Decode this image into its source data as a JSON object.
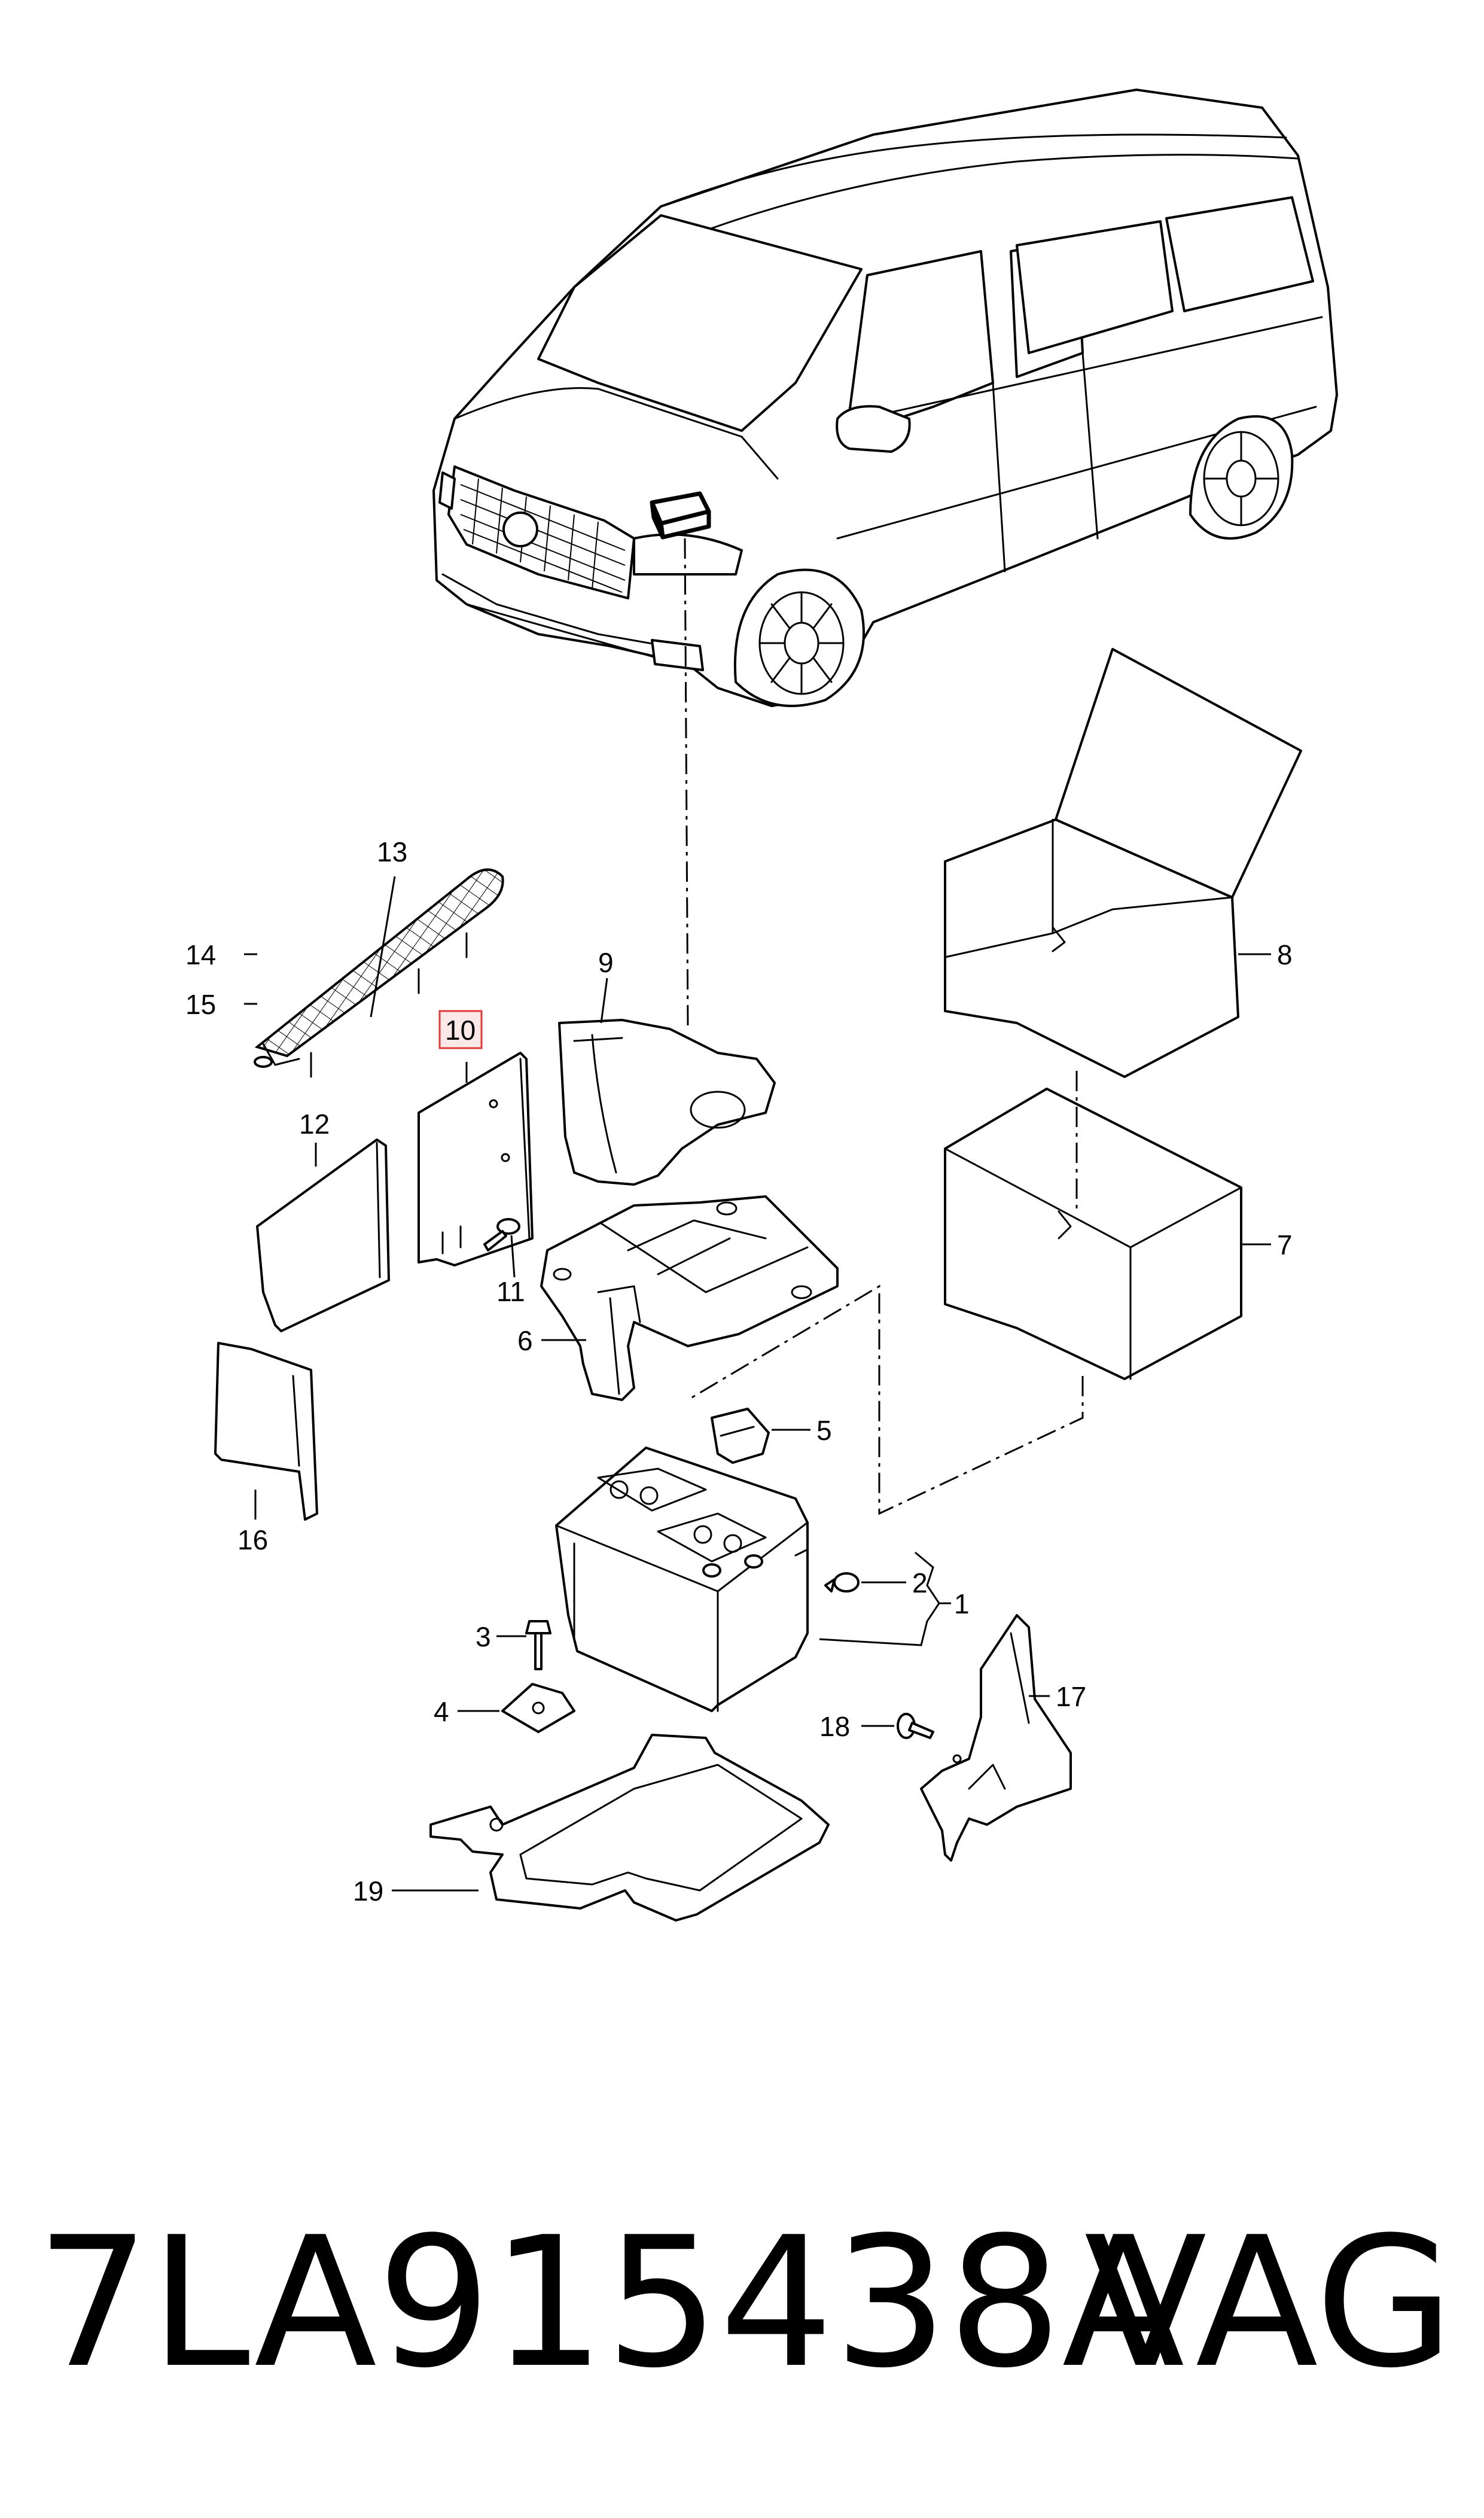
{
  "diagram": {
    "callouts": [
      {
        "id": "1",
        "label": "1"
      },
      {
        "id": "2",
        "label": "2"
      },
      {
        "id": "3",
        "label": "3"
      },
      {
        "id": "4",
        "label": "4"
      },
      {
        "id": "5",
        "label": "5"
      },
      {
        "id": "6",
        "label": "6"
      },
      {
        "id": "7",
        "label": "7"
      },
      {
        "id": "8",
        "label": "8"
      },
      {
        "id": "9",
        "label": "9"
      },
      {
        "id": "10",
        "label": "10",
        "highlighted": true
      },
      {
        "id": "11",
        "label": "11"
      },
      {
        "id": "12",
        "label": "12"
      },
      {
        "id": "13",
        "label": "13"
      },
      {
        "id": "14",
        "label": "14"
      },
      {
        "id": "15",
        "label": "15"
      },
      {
        "id": "16",
        "label": "16"
      },
      {
        "id": "17",
        "label": "17"
      },
      {
        "id": "18",
        "label": "18"
      },
      {
        "id": "19",
        "label": "19"
      }
    ],
    "highlight_color": "#e03a3a"
  },
  "footer": {
    "part_number": "7LA915438A",
    "brand": "VAG"
  }
}
